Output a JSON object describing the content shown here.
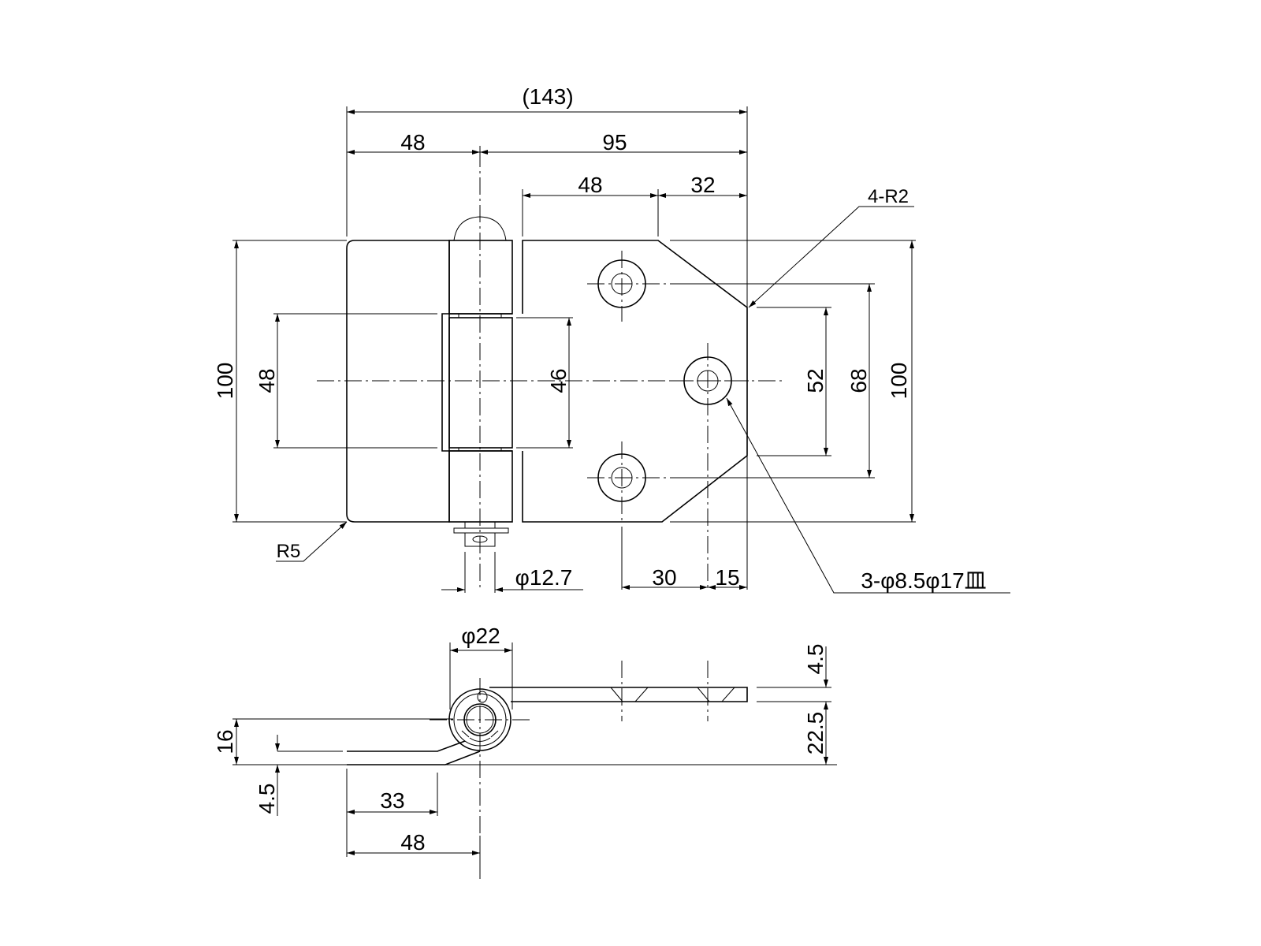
{
  "drawing": {
    "title": "Hinge dimensional drawing",
    "top_view": {
      "overall_width": "(143)",
      "leaf_left_width": "48",
      "leaf_right_width": "95",
      "right_flat": "48",
      "right_chamfer": "32",
      "corner_radius_note": "4-R2",
      "height_left": "100",
      "knuckle_gap_left": "48",
      "knuckle_middle": "46",
      "hole_pitch_inner": "52",
      "hole_pitch_outer": "68",
      "height_right": "100",
      "corner_radius": "R5",
      "pin_diameter": "φ12.7",
      "hole_offset_30": "30",
      "hole_offset_15": "15",
      "hole_note": "3-φ8.5φ17皿"
    },
    "side_view": {
      "knuckle_diameter": "φ22",
      "leaf_thickness_right": "4.5",
      "offset_height": "22.5",
      "left_height": "16",
      "leaf_thickness_left": "4.5",
      "flat_length": "33",
      "leaf_length": "48"
    }
  }
}
